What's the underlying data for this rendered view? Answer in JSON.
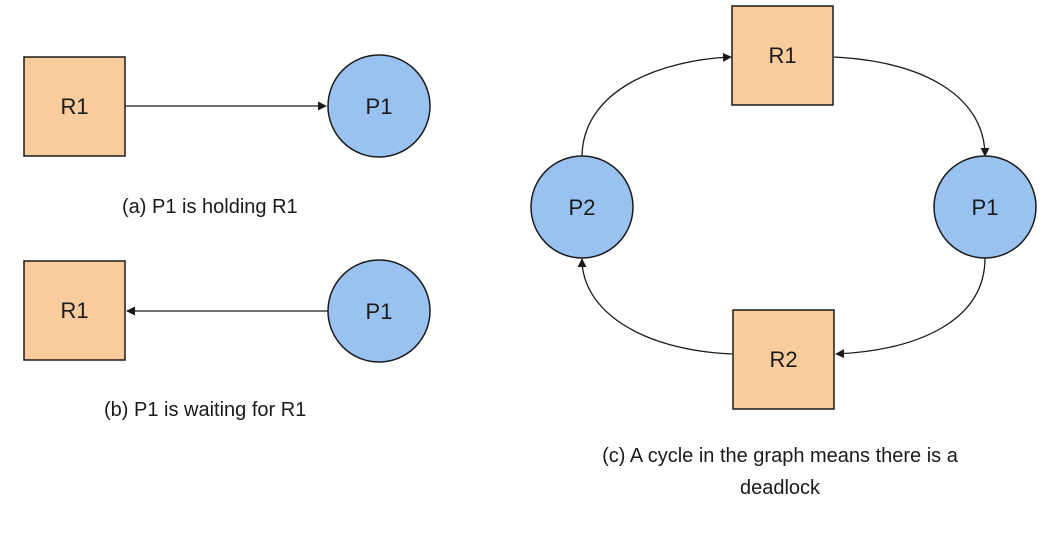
{
  "colors": {
    "resource_fill": "#f8cc9c",
    "process_fill": "#99c2f0",
    "edge": "#1a1a1a"
  },
  "diagram_a": {
    "resource_label": "R1",
    "process_label": "P1",
    "caption": "(a)  P1 is holding R1"
  },
  "diagram_b": {
    "resource_label": "R1",
    "process_label": "P1",
    "caption": "(b)  P1 is waiting for R1"
  },
  "diagram_c": {
    "r1_label": "R1",
    "p1_label": "P1",
    "r2_label": "R2",
    "p2_label": "P2",
    "caption": "(c)  A cycle in the graph means there is a deadlock"
  }
}
